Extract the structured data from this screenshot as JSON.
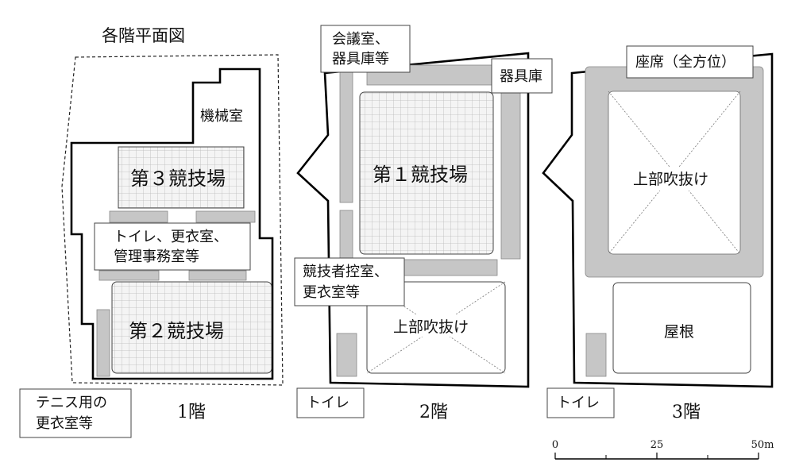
{
  "title": "各階平面図",
  "floors": [
    {
      "name": "1階"
    },
    {
      "name": "2階"
    },
    {
      "name": "3階"
    }
  ],
  "floor1": {
    "machine_room": "機械室",
    "arena3": "第３競技場",
    "arena2": "第２競技場",
    "facilities_line1": "トイレ、更衣室、",
    "facilities_line2": "管理事務室等",
    "tennis_line1": "テニス用の",
    "tennis_line2": "更衣室等"
  },
  "floor2": {
    "meeting_line1": "会議室、",
    "meeting_line2": "器具庫等",
    "equipment": "器具庫",
    "arena1": "第１競技場",
    "athlete_line1": "競技者控室、",
    "athlete_line2": "更衣室等",
    "void": "上部吹抜け",
    "toilet": "トイレ"
  },
  "floor3": {
    "seating": "座席（全方位）",
    "void": "上部吹抜け",
    "roof": "屋根",
    "toilet": "トイレ"
  },
  "scale": {
    "ticks": [
      "0",
      "25",
      "50m"
    ]
  }
}
